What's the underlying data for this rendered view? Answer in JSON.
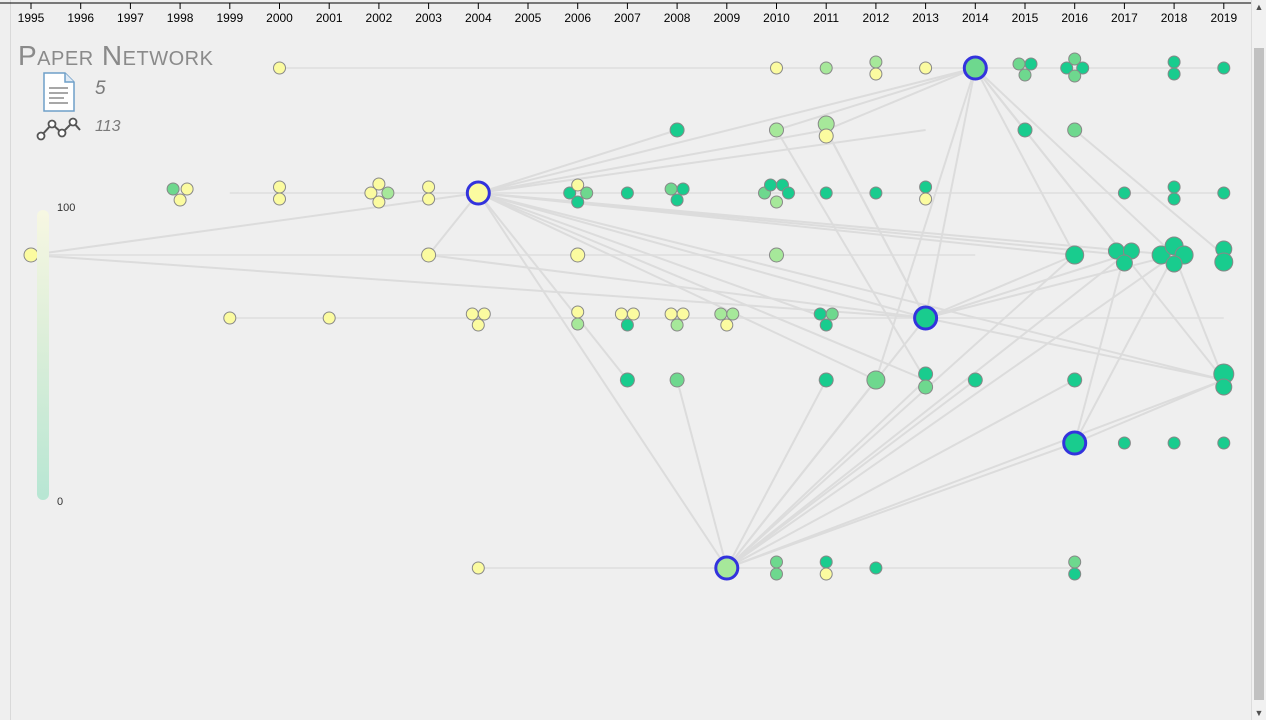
{
  "header": {
    "years": [
      "1995",
      "1996",
      "1997",
      "1998",
      "1999",
      "2000",
      "2001",
      "2002",
      "2003",
      "2004",
      "2005",
      "2006",
      "2007",
      "2008",
      "2009",
      "2010",
      "2011",
      "2012",
      "2013",
      "2014",
      "2015",
      "2016",
      "2017",
      "2018",
      "2019"
    ]
  },
  "panel": {
    "title": "Paper Network",
    "paper_count": "5",
    "link_count": "113",
    "legend_max": "100",
    "legend_min": "0"
  },
  "colors": {
    "yellow": "#fbfba0",
    "light_green": "#a6e89a",
    "green": "#6ed88e",
    "teal": "#19cc8e",
    "highlight_stroke": "#3333dd",
    "edge": "#dcdcdc"
  }
}
